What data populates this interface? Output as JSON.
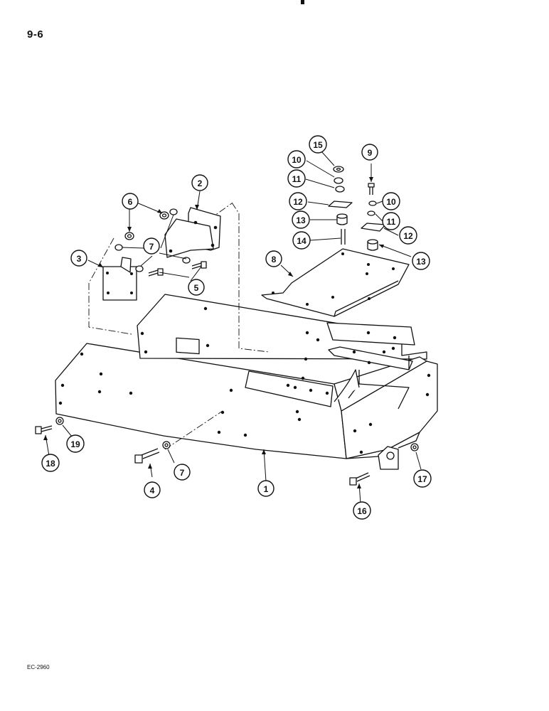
{
  "page": {
    "number": "9-6",
    "figure_code": "EC-2960"
  },
  "callouts": {
    "c1": "1",
    "c2": "2",
    "c3": "3",
    "c4": "4",
    "c5": "5",
    "c6": "6",
    "c7a": "7",
    "c7b": "7",
    "c8": "8",
    "c9": "9",
    "c10a": "10",
    "c10b": "10",
    "c11a": "11",
    "c11b": "11",
    "c12a": "12",
    "c12b": "12",
    "c13a": "13",
    "c13b": "13",
    "c14": "14",
    "c15": "15",
    "c16": "16",
    "c17": "17",
    "c18": "18",
    "c19": "19"
  }
}
